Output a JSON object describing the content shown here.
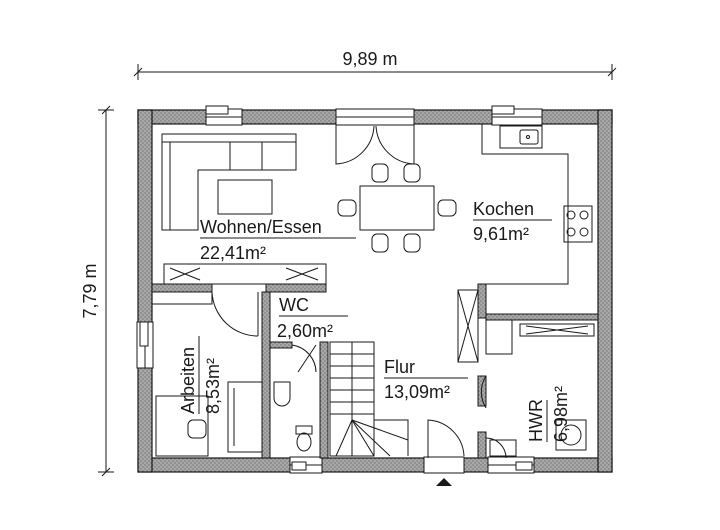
{
  "dimensions": {
    "width_label": "9,89 m",
    "height_label": "7,79 m"
  },
  "rooms": {
    "wohnen": {
      "name": "Wohnen/Essen",
      "area": "22,41m²"
    },
    "kochen": {
      "name": "Kochen",
      "area": "9,61m²"
    },
    "wc": {
      "name": "WC",
      "area": "2,60m²"
    },
    "arbeiten": {
      "name": "Arbeiten",
      "area": "8,53m²"
    },
    "flur": {
      "name": "Flur",
      "area": "13,09m²"
    },
    "hwr": {
      "name": "HWR",
      "area": "6,98m²"
    }
  },
  "colors": {
    "wall_fill": "#9a9a9a",
    "line": "#1a1a1a"
  }
}
